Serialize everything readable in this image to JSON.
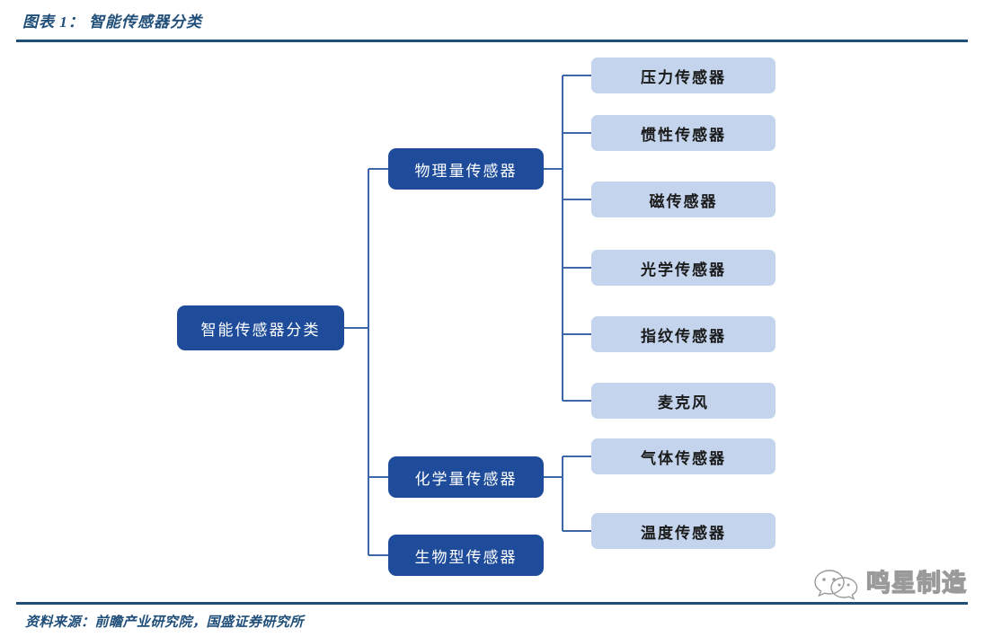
{
  "header": {
    "title": "图表 1： 智能传感器分类"
  },
  "footer": {
    "source": "资料来源：前瞻产业研究院，国盛证券研究所"
  },
  "watermark": {
    "text": "鸣星制造",
    "icon": "wechat-icon"
  },
  "colors": {
    "accent_dark_blue": "#1f4e79",
    "node_blue": "#1e4c9a",
    "leaf_blue": "#c3d4ec",
    "connector_blue": "#3c66a8",
    "page_background": "#ffffff",
    "node_text": "#ffffff",
    "leaf_text": "#1a1a1a"
  },
  "diagram": {
    "type": "tree",
    "root": {
      "label": "智能传感器分类"
    },
    "branches": [
      {
        "label": "物理量传感器",
        "leaves": [
          {
            "label": "压力传感器"
          },
          {
            "label": "惯性传感器"
          },
          {
            "label": "磁传感器"
          },
          {
            "label": "光学传感器"
          },
          {
            "label": "指纹传感器"
          },
          {
            "label": "麦克风"
          }
        ]
      },
      {
        "label": "化学量传感器",
        "leaves": [
          {
            "label": "气体传感器"
          },
          {
            "label": "温度传感器"
          }
        ]
      },
      {
        "label": "生物型传感器",
        "leaves": []
      }
    ]
  }
}
